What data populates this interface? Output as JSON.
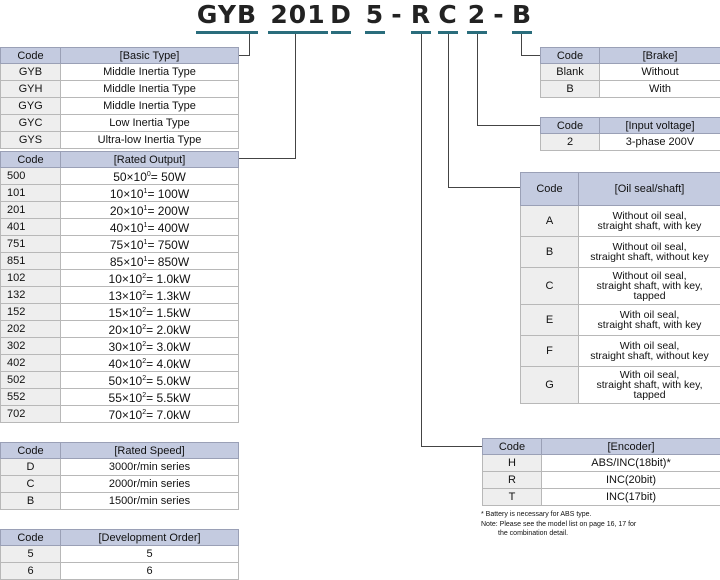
{
  "model_code": {
    "segments": [
      "GYB",
      "201",
      "D",
      "5",
      "-",
      "R",
      "C",
      "2",
      "-",
      "B"
    ]
  },
  "basic_type": {
    "headers": [
      "Code",
      "[Basic Type]"
    ],
    "rows": [
      [
        "GYB",
        "Middle Inertia Type"
      ],
      [
        "GYH",
        "Middle Inertia Type"
      ],
      [
        "GYG",
        "Middle Inertia Type"
      ],
      [
        "GYC",
        "Low Inertia Type"
      ],
      [
        "GYS",
        "Ultra-low Inertia Type"
      ]
    ]
  },
  "rated_output": {
    "headers": [
      "Code",
      "[Rated Output]"
    ],
    "rows": [
      [
        "500",
        "50×10",
        "0",
        "= 50W"
      ],
      [
        "101",
        "10×10",
        "1",
        "= 100W"
      ],
      [
        "201",
        "20×10",
        "1",
        "= 200W"
      ],
      [
        "401",
        "40×10",
        "1",
        "= 400W"
      ],
      [
        "751",
        "75×10",
        "1",
        "= 750W"
      ],
      [
        "851",
        "85×10",
        "1",
        "= 850W"
      ],
      [
        "102",
        "10×10",
        "2",
        "= 1.0kW"
      ],
      [
        "132",
        "13×10",
        "2",
        "= 1.3kW"
      ],
      [
        "152",
        "15×10",
        "2",
        "= 1.5kW"
      ],
      [
        "202",
        "20×10",
        "2",
        "= 2.0kW"
      ],
      [
        "302",
        "30×10",
        "2",
        "= 3.0kW"
      ],
      [
        "402",
        "40×10",
        "2",
        "= 4.0kW"
      ],
      [
        "502",
        "50×10",
        "2",
        "= 5.0kW"
      ],
      [
        "552",
        "55×10",
        "2",
        "= 5.5kW"
      ],
      [
        "702",
        "70×10",
        "2",
        "= 7.0kW"
      ]
    ]
  },
  "rated_speed": {
    "headers": [
      "Code",
      "[Rated Speed]"
    ],
    "rows": [
      [
        "D",
        "3000r/min series"
      ],
      [
        "C",
        "2000r/min series"
      ],
      [
        "B",
        "1500r/min series"
      ]
    ]
  },
  "development_order": {
    "headers": [
      "Code",
      "[Development Order]"
    ],
    "rows": [
      [
        "5",
        "5"
      ],
      [
        "6",
        "6"
      ]
    ]
  },
  "brake": {
    "headers": [
      "Code",
      "[Brake]"
    ],
    "rows": [
      [
        "Blank",
        "Without"
      ],
      [
        "B",
        "With"
      ]
    ]
  },
  "input_voltage": {
    "headers": [
      "Code",
      "[Input voltage]"
    ],
    "rows": [
      [
        "2",
        "3-phase 200V"
      ]
    ]
  },
  "oil_seal": {
    "headers": [
      "Code",
      "[Oil seal/shaft]"
    ],
    "rows": [
      [
        "A",
        "Without oil seal,",
        "straight shaft, with key",
        ""
      ],
      [
        "B",
        "Without oil seal,",
        "straight shaft, without key",
        ""
      ],
      [
        "C",
        "Without oil seal,",
        "straight shaft, with key,",
        "tapped"
      ],
      [
        "E",
        "With oil seal,",
        "straight shaft, with key",
        ""
      ],
      [
        "F",
        "With oil seal,",
        "straight shaft, without key",
        ""
      ],
      [
        "G",
        "With oil seal,",
        "straight shaft, with key,",
        "tapped"
      ]
    ]
  },
  "encoder": {
    "headers": [
      "Code",
      "[Encoder]"
    ],
    "rows": [
      [
        "H",
        "ABS/INC(18bit)*"
      ],
      [
        "R",
        "INC(20bit)"
      ],
      [
        "T",
        "INC(17bit)"
      ]
    ]
  },
  "notes": [
    "* Battery is necessary for ABS type.",
    "Note: Please see the model list on page 16, 17 for",
    "the combination detail."
  ]
}
